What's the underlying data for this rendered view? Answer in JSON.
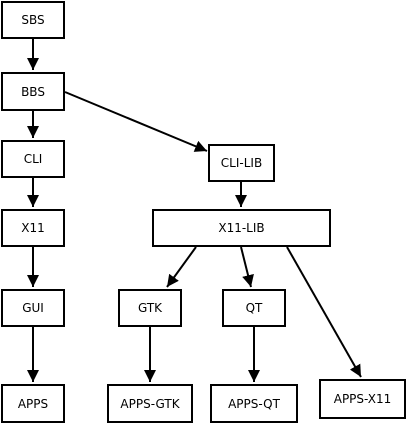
{
  "diagram": {
    "nodes": {
      "sbs": "SBS",
      "bbs": "BBS",
      "cli": "CLI",
      "x11": "X11",
      "gui": "GUI",
      "apps": "APPS",
      "cli_lib": "CLI-LIB",
      "x11_lib": "X11-LIB",
      "gtk": "GTK",
      "qt": "QT",
      "apps_gtk": "APPS-GTK",
      "apps_qt": "APPS-QT",
      "apps_x11": "APPS-X11"
    },
    "edges": [
      [
        "SBS",
        "BBS"
      ],
      [
        "BBS",
        "CLI"
      ],
      [
        "BBS",
        "CLI-LIB"
      ],
      [
        "CLI",
        "X11"
      ],
      [
        "X11",
        "GUI"
      ],
      [
        "GUI",
        "APPS"
      ],
      [
        "CLI-LIB",
        "X11-LIB"
      ],
      [
        "X11-LIB",
        "GTK"
      ],
      [
        "X11-LIB",
        "QT"
      ],
      [
        "X11-LIB",
        "APPS-X11"
      ],
      [
        "GTK",
        "APPS-GTK"
      ],
      [
        "QT",
        "APPS-QT"
      ]
    ],
    "colors": {
      "stroke": "#000000",
      "background": "#ffffff"
    }
  }
}
